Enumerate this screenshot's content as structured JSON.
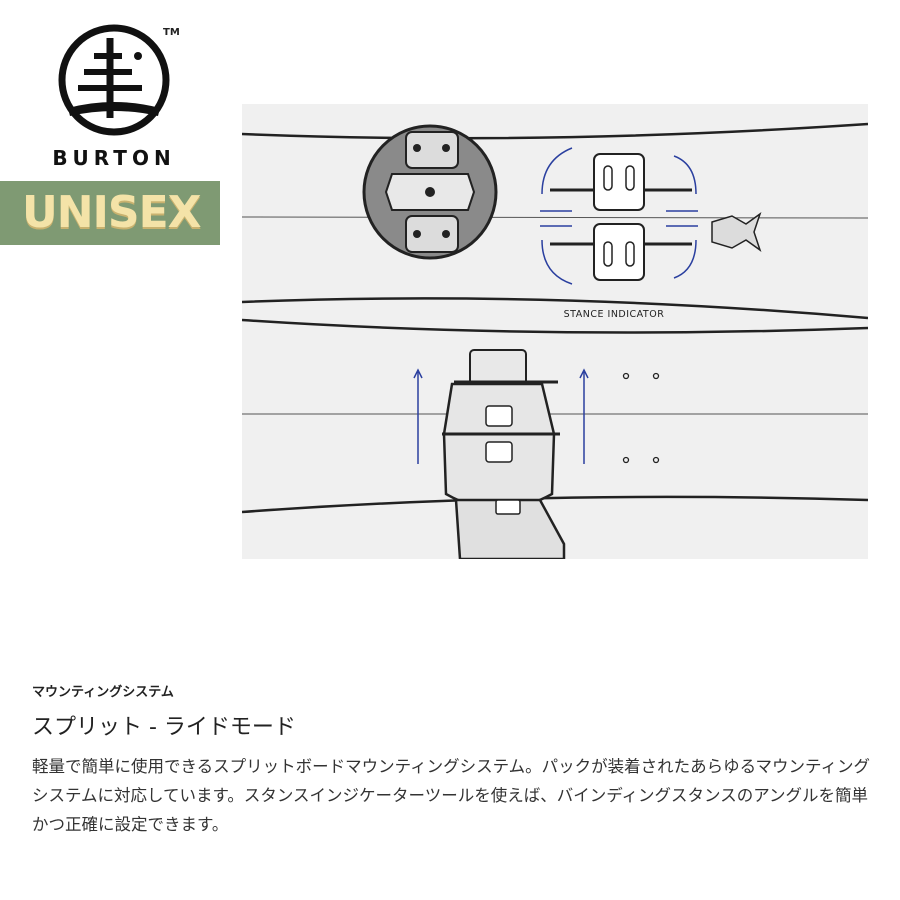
{
  "brand": {
    "name": "BURTON",
    "trademark": "TM"
  },
  "badge": {
    "label": "UNISEX"
  },
  "diagram": {
    "annotation": "STANCE INDICATOR"
  },
  "feature": {
    "section_label": "マウンティングシステム",
    "title": "スプリット - ライドモード",
    "description": "軽量で簡単に使用できるスプリットボードマウンティングシステム。パックが装着されたあらゆるマウンティングシステムに対応しています。スタンスインジケーターツールを使えば、バインディングスタンスのアングルを簡単かつ正確に設定できます。"
  },
  "colors": {
    "badge_bg": "#7f9a73",
    "badge_text": "#f4e3a8",
    "arrow_blue": "#2a3f9f",
    "diagram_bg": "#f0f0f0"
  }
}
